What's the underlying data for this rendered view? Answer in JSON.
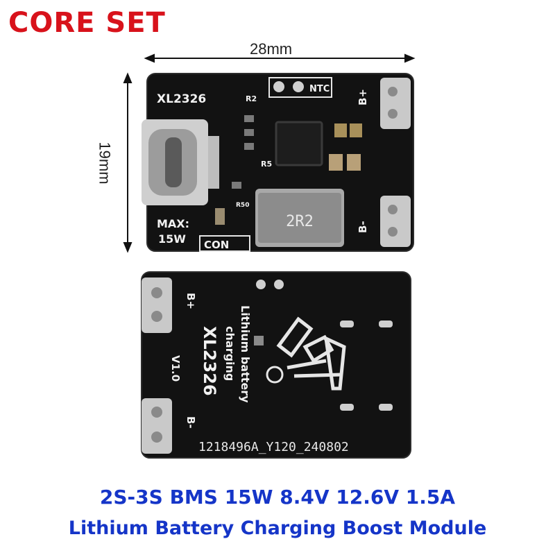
{
  "brand": "CORE SET",
  "dimensions": {
    "width": "28mm",
    "height": "19mm"
  },
  "front_board": {
    "chip_label": "XL2326",
    "ntc_label": "NTC",
    "r2_label": "R2",
    "r5_label": "R5",
    "r50_label": "R50",
    "inductor_label": "2R2",
    "max_label": "MAX:",
    "power_label": "15W",
    "con_label": "CON",
    "b_plus": "B+",
    "b_minus": "B-"
  },
  "back_board": {
    "b_plus": "B+",
    "b_minus": "B-",
    "desc_line1": "Lithium battery",
    "desc_line2": "charging",
    "chip_label": "XL2326",
    "version": "V1.0",
    "serial": "1218496A_Y120_240802"
  },
  "caption": {
    "line1": "2S-3S BMS 15W 8.4V 12.6V 1.5A",
    "line2": "Lithium Battery Charging Boost Module"
  },
  "colors": {
    "brand": "#d8121b",
    "caption": "#1535c8",
    "pcb": "#121212"
  }
}
